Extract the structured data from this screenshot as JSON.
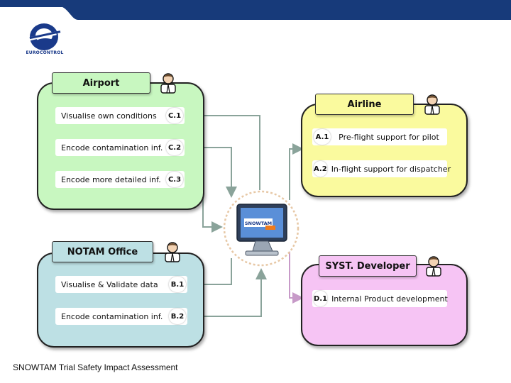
{
  "logo": {
    "text": "EUROCONTROL"
  },
  "colors": {
    "band": "#173a7a",
    "airport": "#c8f7c0",
    "notam": "#bde0e4",
    "airline": "#fafa9e",
    "syst": "#f6c4f4",
    "connector": "#8aa39a",
    "connector_pink": "#c79ac8"
  },
  "airport": {
    "title": "Airport",
    "items": [
      {
        "label": "Visualise own conditions",
        "code": "C.1"
      },
      {
        "label": "Encode contamination inf.",
        "code": "C.2"
      },
      {
        "label": "Encode more detailed inf.",
        "code": "C.3"
      }
    ]
  },
  "notam": {
    "title": "NOTAM Office",
    "items": [
      {
        "label": "Visualise & Validate data",
        "code": "B.1"
      },
      {
        "label": "Encode contamination inf.",
        "code": "B.2"
      }
    ]
  },
  "airline": {
    "title": "Airline",
    "items": [
      {
        "label": "Pre-flight support for pilot",
        "code": "A.1"
      },
      {
        "label": "In-flight support for dispatcher",
        "code": "A.2"
      }
    ]
  },
  "syst": {
    "title": "SYST. Developer",
    "items": [
      {
        "label": "Internal Product development",
        "code": "D.1"
      }
    ]
  },
  "center": {
    "screen_text": "SNOWTAM"
  },
  "footer": {
    "text": "SNOWTAM Trial Safety Impact Assessment"
  }
}
